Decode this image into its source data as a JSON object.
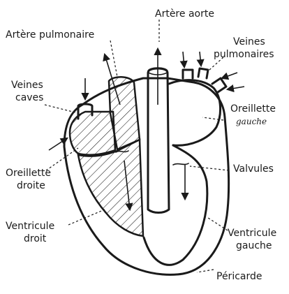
{
  "diagram": {
    "labels": {
      "aorta": "Artère aorte",
      "pulmonary_artery": "Artère pulmonaire",
      "pulmonary_veins_line1": "Veines",
      "pulmonary_veins_line2": "pulmonaires",
      "vena_cava_line1": "Veines",
      "vena_cava_line2": "caves",
      "left_atrium_line1": "Oreillette",
      "left_atrium_line2": "gauche",
      "right_atrium_line1": "Oreillette",
      "right_atrium_line2": "droite",
      "valves": "Valvules",
      "right_ventricle_line1": "Ventricule",
      "right_ventricle_line2": "droit",
      "left_ventricle_line1": "Ventricule",
      "left_ventricle_line2": "gauche",
      "pericardium": "Péricarde"
    },
    "colors": {
      "ink": "#1a1a1a",
      "paper": "#ffffff"
    }
  }
}
